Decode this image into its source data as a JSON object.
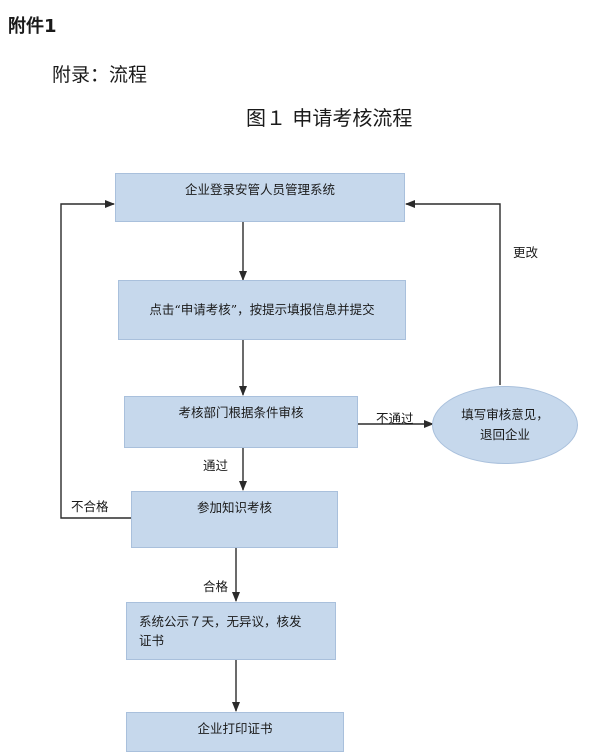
{
  "header": {
    "attachment": "附件1",
    "appendix": "附录：流程",
    "figure_title": "图１ 申请考核流程"
  },
  "nodes": {
    "login": "企业登录安管人员管理系统",
    "apply": "点击“申请考核”，按提示填报信息并提交",
    "review": "考核部门根据条件审核",
    "feedback": "填写审核意见，\n退回企业",
    "exam": "参加知识考核",
    "publicity": "系统公示７天，无异议，核发\n证书",
    "print": "企业打印证书"
  },
  "edge_labels": {
    "revise": "更改",
    "not_pass": "不通过",
    "pass": "通过",
    "fail": "不合格",
    "qualified": "合格"
  },
  "colors": {
    "box_fill": "#c6d8ec",
    "box_border": "#a9c0dc",
    "arrow": "#2b2b2b"
  }
}
